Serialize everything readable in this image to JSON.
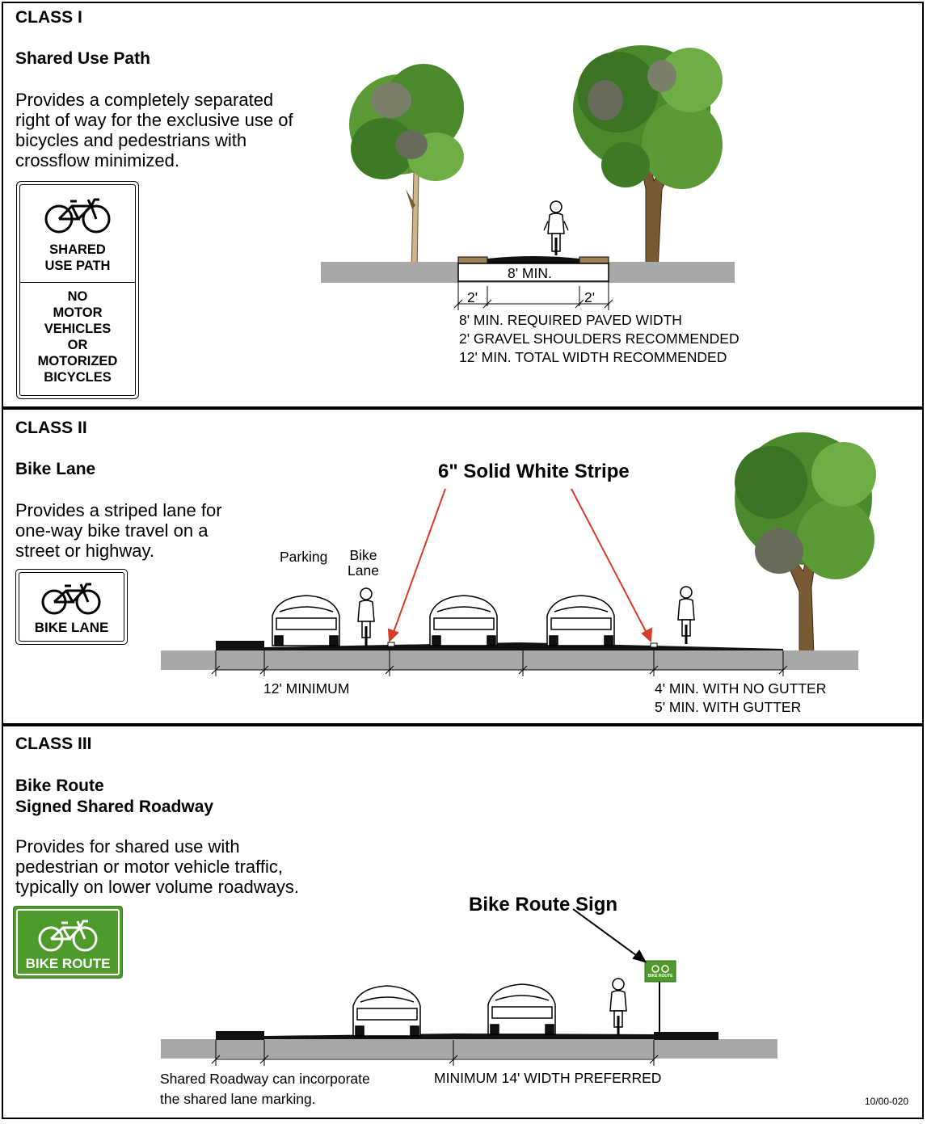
{
  "class1": {
    "class_label": "CLASS I",
    "name": "Shared Use Path",
    "description": [
      "Provides a completely separated",
      "right of way for the exclusive use of",
      "bicycles and pedestrians with",
      "crossflow minimized."
    ],
    "sign_top": [
      "SHARED",
      "USE  PATH"
    ],
    "sign_bottom": [
      "NO",
      "MOTOR",
      "VEHICLES",
      "OR",
      "MOTORIZED",
      "BICYCLES"
    ],
    "dim_center": "8' MIN.",
    "dim_left": "2'",
    "dim_right": "2'",
    "notes": [
      "8' MIN. REQUIRED PAVED WIDTH",
      "2' GRAVEL SHOULDERS RECOMMENDED",
      "12' MIN. TOTAL WIDTH RECOMMENDED"
    ]
  },
  "class2": {
    "class_label": "CLASS II",
    "name": "Bike Lane",
    "description": [
      "Provides a striped lane for",
      "one-way bike travel on a",
      "street or highway."
    ],
    "sign": "BIKE  LANE",
    "stripe_label": "6\" Solid White Stripe",
    "parking_label": "Parking",
    "bike_lane_label": [
      "Bike",
      "Lane"
    ],
    "dim_left": "12' MINIMUM",
    "dim_right": [
      "4' MIN. WITH NO GUTTER",
      "5' MIN. WITH GUTTER"
    ]
  },
  "class3": {
    "class_label": "CLASS III",
    "name": [
      "Bike Route",
      "Signed Shared Roadway"
    ],
    "description": [
      "Provides for shared use with",
      "pedestrian or motor vehicle traffic,",
      "typically on lower volume roadways."
    ],
    "sign": "BIKE ROUTE",
    "small_sign": "BIKE ROUTE",
    "sign_callout": "Bike Route Sign",
    "note_left": [
      "Shared Roadway can incorporate",
      "the shared lane marking."
    ],
    "note_center": "MINIMUM 14' WIDTH PREFERRED",
    "drawing_id": "10/00-020"
  },
  "colors": {
    "sign_green": "#4e9a2a",
    "arrow_red": "#d93a2a",
    "ground_gray": "#a8a8a8",
    "tree_green": "#4a8a2c",
    "trunk_brown": "#7a5a33"
  }
}
